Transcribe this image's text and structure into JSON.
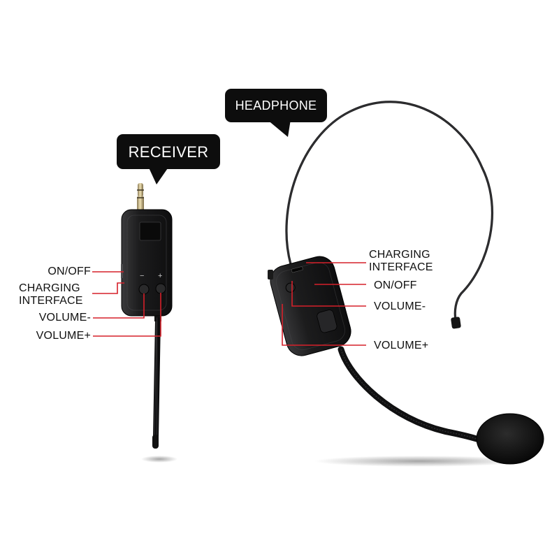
{
  "bubbles": {
    "receiver": "RECEIVER",
    "headphone": "HEADPHONE"
  },
  "receiver_labels": {
    "on_off": "ON/OFF",
    "charging_line1": "CHARGING",
    "charging_line2": "INTERFACE",
    "volume_minus": "VOLUME-",
    "volume_plus": "VOLUME+"
  },
  "headphone_labels": {
    "charging_line1": "CHARGING",
    "charging_line2": "INTERFACE",
    "on_off": "ON/OFF",
    "volume_minus": "VOLUME-",
    "volume_plus": "VOLUME+"
  },
  "device_marks": {
    "minus": "−",
    "plus": "+"
  },
  "colors": {
    "leader_line": "#d6202a",
    "bubble_bg": "#0d0d0d",
    "device_body": "#1b1b1c"
  }
}
